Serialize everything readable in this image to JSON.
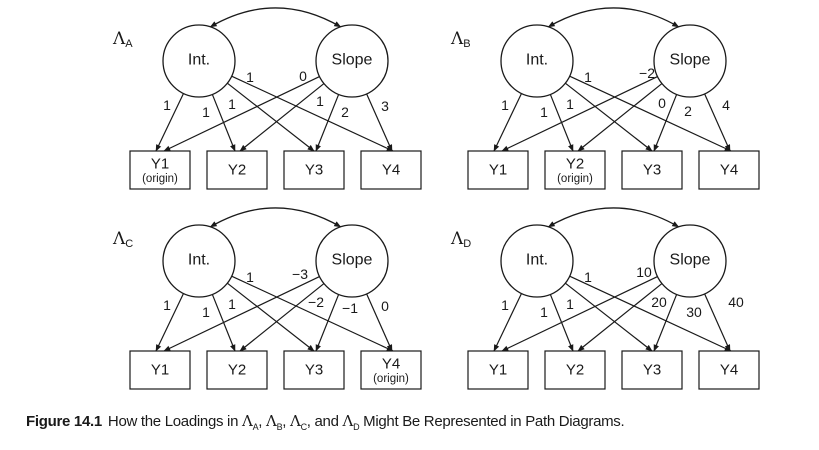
{
  "stroke_color": "#1a1a1a",
  "panels": [
    {
      "id": "A",
      "lambda": "Λ",
      "sub": "A",
      "int_label": "Int.",
      "slope_label": "Slope",
      "observed": [
        {
          "label": "Y1",
          "origin": "(origin)"
        },
        {
          "label": "Y2",
          "origin": ""
        },
        {
          "label": "Y3",
          "origin": ""
        },
        {
          "label": "Y4",
          "origin": ""
        }
      ],
      "int_loadings": [
        "1",
        "1",
        "1",
        "1"
      ],
      "slope_loadings": [
        "0",
        "1",
        "2",
        "3"
      ]
    },
    {
      "id": "B",
      "lambda": "Λ",
      "sub": "B",
      "int_label": "Int.",
      "slope_label": "Slope",
      "observed": [
        {
          "label": "Y1",
          "origin": ""
        },
        {
          "label": "Y2",
          "origin": "(origin)"
        },
        {
          "label": "Y3",
          "origin": ""
        },
        {
          "label": "Y4",
          "origin": ""
        }
      ],
      "int_loadings": [
        "1",
        "1",
        "1",
        "1"
      ],
      "slope_loadings": [
        "−2",
        "0",
        "2",
        "4"
      ]
    },
    {
      "id": "C",
      "lambda": "Λ",
      "sub": "C",
      "int_label": "Int.",
      "slope_label": "Slope",
      "observed": [
        {
          "label": "Y1",
          "origin": ""
        },
        {
          "label": "Y2",
          "origin": ""
        },
        {
          "label": "Y3",
          "origin": ""
        },
        {
          "label": "Y4",
          "origin": "(origin)"
        }
      ],
      "int_loadings": [
        "1",
        "1",
        "1",
        "1"
      ],
      "slope_loadings": [
        "−3",
        "−2",
        "−1",
        "0"
      ]
    },
    {
      "id": "D",
      "lambda": "Λ",
      "sub": "D",
      "int_label": "Int.",
      "slope_label": "Slope",
      "observed": [
        {
          "label": "Y1",
          "origin": ""
        },
        {
          "label": "Y2",
          "origin": ""
        },
        {
          "label": "Y3",
          "origin": ""
        },
        {
          "label": "Y4",
          "origin": ""
        }
      ],
      "int_loadings": [
        "1",
        "1",
        "1",
        "1"
      ],
      "slope_loadings": [
        "10",
        "20",
        "30",
        "40"
      ]
    }
  ],
  "caption": {
    "figure": "Figure 14.1",
    "text_before": "How the Loadings in",
    "symbol": "Λ",
    "subs": [
      "A",
      "B",
      "C",
      "D"
    ],
    "sep1": ",",
    "sep2": ",",
    "sep3": ", and",
    "text_after": "Might Be Represented in Path Diagrams."
  }
}
